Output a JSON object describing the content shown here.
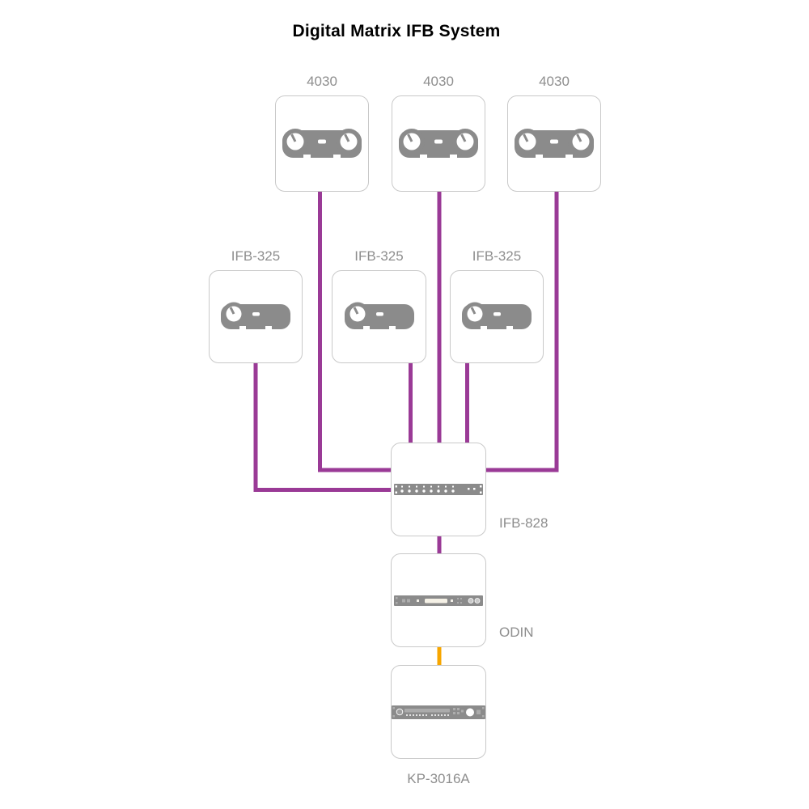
{
  "title": "Digital Matrix IFB System",
  "colors": {
    "wire_main": "#9A3A96",
    "wire_secondary": "#F7A600",
    "box_border": "#C9C9C9",
    "label_text": "#8E8E8E",
    "device_icon": "#8B8B8B",
    "title_text": "#000000",
    "background": "#FFFFFF"
  },
  "diagram": {
    "type": "system-topology",
    "nodes": [
      {
        "id": "4030-1",
        "label": "4030",
        "icon": "dual-knob-beltpack-icon",
        "row": "top"
      },
      {
        "id": "4030-2",
        "label": "4030",
        "icon": "dual-knob-beltpack-icon",
        "row": "top"
      },
      {
        "id": "4030-3",
        "label": "4030",
        "icon": "dual-knob-beltpack-icon",
        "row": "top"
      },
      {
        "id": "ifb-325-1",
        "label": "IFB-325",
        "icon": "single-knob-speaker-station-icon",
        "row": "middle"
      },
      {
        "id": "ifb-325-2",
        "label": "IFB-325",
        "icon": "single-knob-speaker-station-icon",
        "row": "middle"
      },
      {
        "id": "ifb-325-3",
        "label": "IFB-325",
        "icon": "single-knob-speaker-station-icon",
        "row": "middle"
      },
      {
        "id": "ifb-828",
        "label": "IFB-828",
        "icon": "rack-unit-io-panel-icon",
        "row": "hub"
      },
      {
        "id": "odin",
        "label": "ODIN",
        "icon": "rack-unit-display-icon",
        "row": "hub"
      },
      {
        "id": "kp-3016a",
        "label": "KP-3016A",
        "icon": "rack-unit-keypanel-icon",
        "row": "hub"
      }
    ],
    "connections": [
      {
        "from": "4030-1",
        "to": "ifb-828",
        "color_key": "wire_main"
      },
      {
        "from": "4030-2",
        "to": "ifb-828",
        "color_key": "wire_main"
      },
      {
        "from": "4030-3",
        "to": "ifb-828",
        "color_key": "wire_main"
      },
      {
        "from": "ifb-325-1",
        "to": "ifb-828",
        "color_key": "wire_main"
      },
      {
        "from": "ifb-325-2",
        "to": "ifb-828",
        "color_key": "wire_main"
      },
      {
        "from": "ifb-325-3",
        "to": "ifb-828",
        "color_key": "wire_main"
      },
      {
        "from": "ifb-828",
        "to": "odin",
        "color_key": "wire_main"
      },
      {
        "from": "odin",
        "to": "kp-3016a",
        "color_key": "wire_secondary"
      }
    ]
  }
}
